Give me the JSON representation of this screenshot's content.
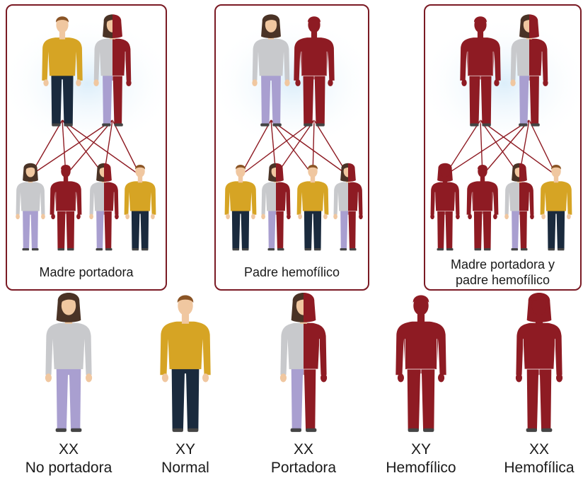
{
  "panels": [
    {
      "caption": "Madre portadora",
      "parents": [
        "normal-male",
        "carrier-female"
      ],
      "children": [
        "noncarrier-female",
        "hemophilic-male",
        "carrier-female",
        "normal-male"
      ]
    },
    {
      "caption": "Padre hemofílico",
      "parents": [
        "noncarrier-female",
        "hemophilic-male"
      ],
      "children": [
        "normal-male",
        "carrier-female",
        "normal-male",
        "carrier-female"
      ]
    },
    {
      "caption": "Madre portadora y padre hemofílico",
      "parents": [
        "hemophilic-male",
        "carrier-female"
      ],
      "children": [
        "hemophilic-female",
        "hemophilic-male",
        "carrier-female",
        "normal-male"
      ]
    }
  ],
  "legend": [
    {
      "type": "noncarrier-female",
      "genotype": "XX",
      "label": "No portadora"
    },
    {
      "type": "normal-male",
      "genotype": "XY",
      "label": "Normal"
    },
    {
      "type": "carrier-female",
      "genotype": "XX",
      "label": "Portadora"
    },
    {
      "type": "hemophilic-male",
      "genotype": "XY",
      "label": "Hemofílico"
    },
    {
      "type": "hemophilic-female",
      "genotype": "XX",
      "label": "Hemofílica"
    }
  ],
  "colors": {
    "frame": "#7a1a24",
    "hemophilic": "#8e1b23",
    "normal_shirt": "#d6a424",
    "pants_dark": "#1a2a3d",
    "female_top": "#c8c9cc",
    "female_pants": "#a99fd0",
    "skin": "#f0c7a0",
    "hair_female": "#4a3326",
    "hair_male": "#8a5425",
    "lines": "#8e1b23"
  }
}
